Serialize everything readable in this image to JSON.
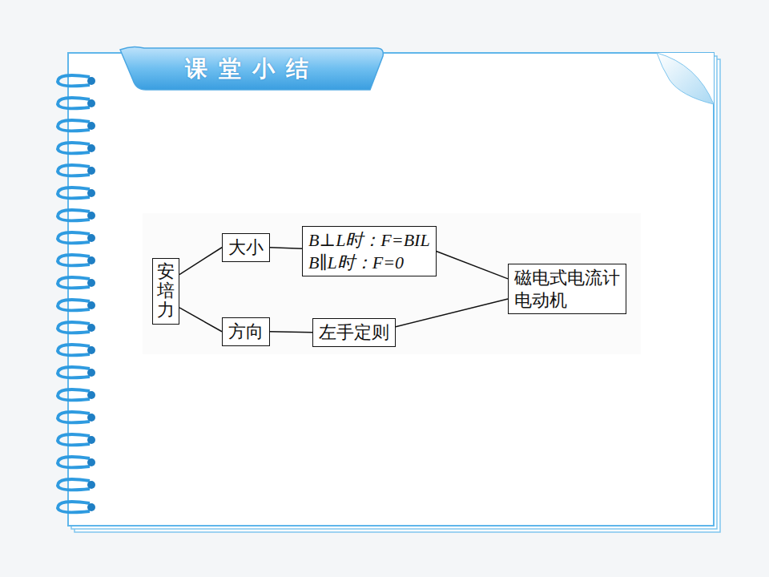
{
  "diagram": {
    "title": "课堂小结",
    "nodes": [
      {
        "text": [
          "安培力"
        ]
      },
      {
        "text": [
          "大小"
        ]
      },
      {
        "text": [
          "B⊥L时：F=BIL",
          "B∥L时：F=0"
        ]
      },
      {
        "text": [
          "方向"
        ]
      },
      {
        "text": [
          "左手定则"
        ]
      },
      {
        "text": [
          "磁电式电流计",
          "电动机"
        ]
      }
    ],
    "edges": [
      {
        "from": 0,
        "to": 1,
        "arrow": "none"
      },
      {
        "from": 0,
        "to": 3,
        "arrow": "none"
      },
      {
        "from": 1,
        "to": 2,
        "arrow": "none"
      },
      {
        "from": 3,
        "to": 4,
        "arrow": "none"
      },
      {
        "from": 2,
        "to": 5,
        "arrow": "none"
      },
      {
        "from": 4,
        "to": 5,
        "arrow": "none"
      }
    ]
  }
}
